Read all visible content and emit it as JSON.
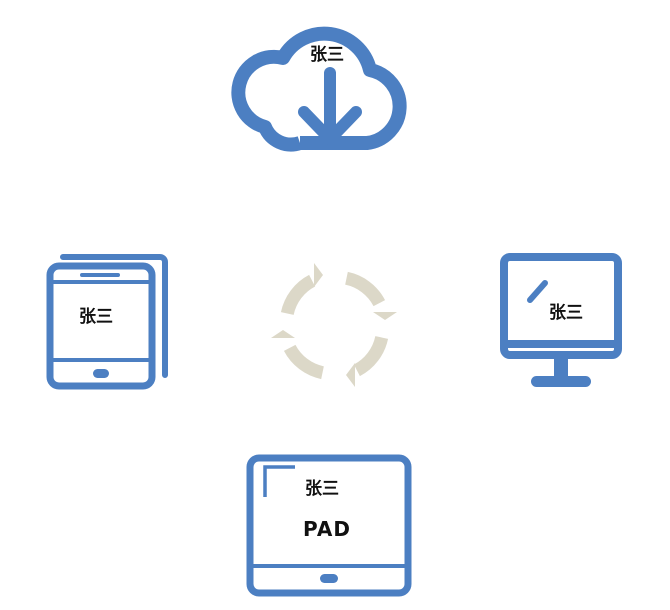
{
  "colors": {
    "device_blue": "#4c7fc2",
    "sync_beige": "#dcd8c8",
    "background": "#ffffff",
    "text": "#111111"
  },
  "cloud": {
    "icon": "cloud-download-icon",
    "label": "张三"
  },
  "phone": {
    "icon": "smartphone-icon",
    "label": "张三"
  },
  "sync": {
    "icon": "sync-cycle-icon"
  },
  "desktop": {
    "icon": "desktop-monitor-icon",
    "label": "张三"
  },
  "pad": {
    "icon": "tablet-pad-icon",
    "label": "张三",
    "model": "PAD"
  }
}
